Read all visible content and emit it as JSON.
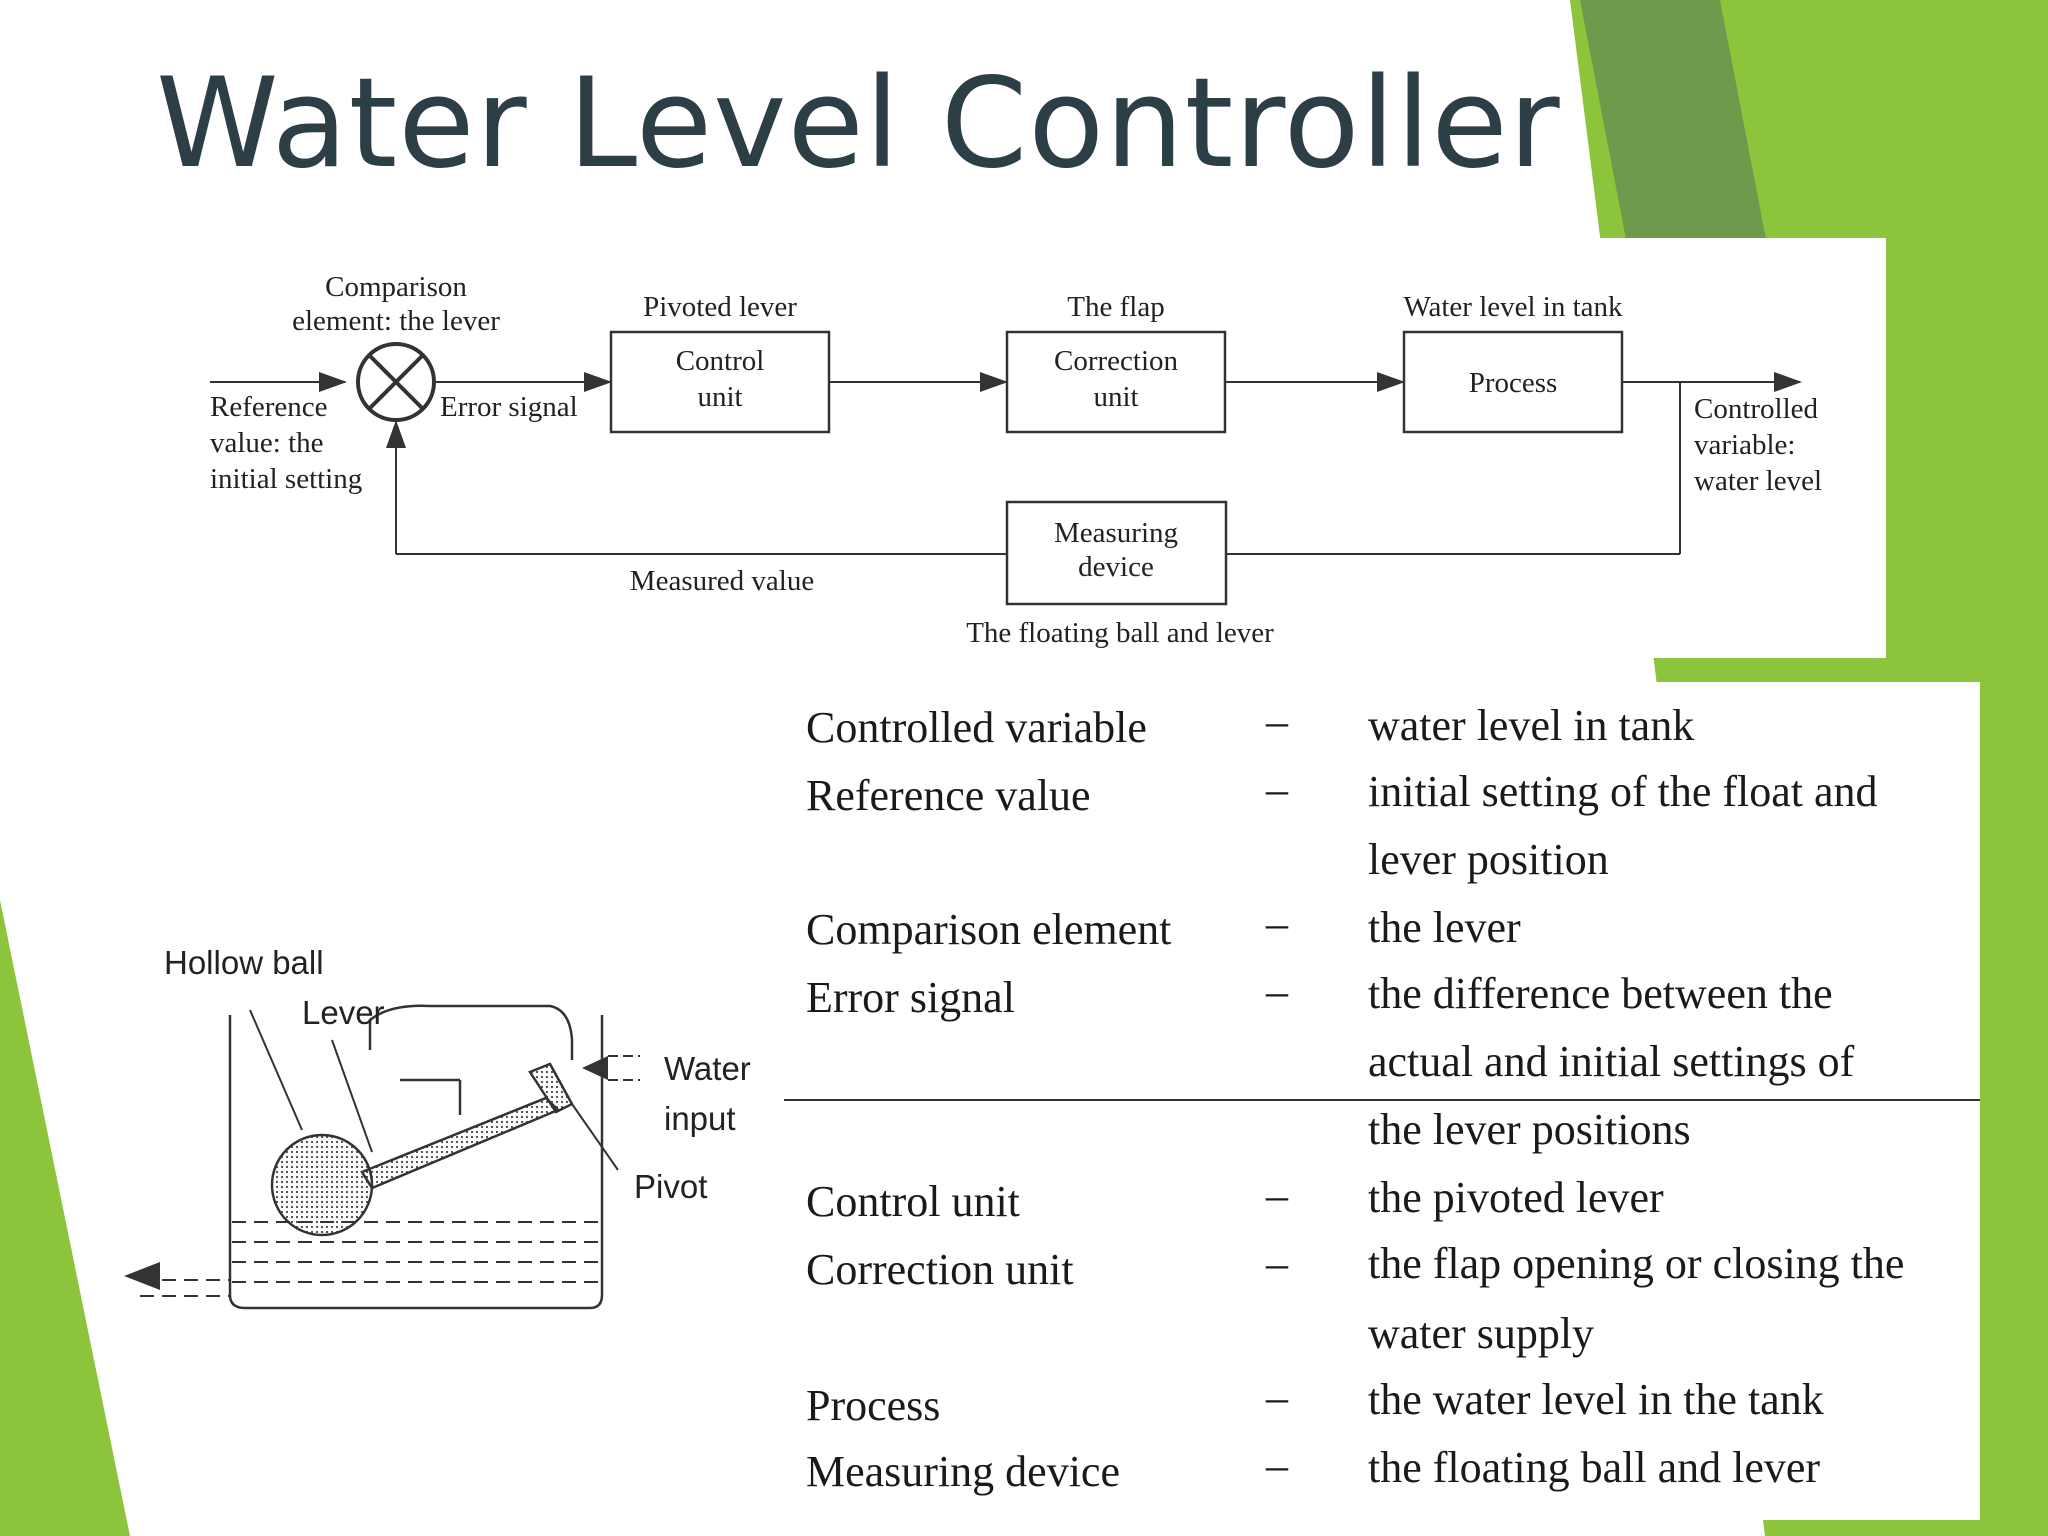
{
  "slide": {
    "title": "Water Level Controller"
  },
  "block_diagram": {
    "comparison_label": [
      "Comparison",
      "element: the lever"
    ],
    "reference_label": [
      "Reference",
      "value: the",
      "initial setting"
    ],
    "error_signal": "Error signal",
    "control_unit": {
      "above": "Pivoted lever",
      "lines": [
        "Control",
        "unit"
      ]
    },
    "correction_unit": {
      "above": "The flap",
      "lines": [
        "Correction",
        "unit"
      ]
    },
    "process": {
      "above": "Water level in tank",
      "label": "Process"
    },
    "controlled_variable": [
      "Controlled",
      "variable:",
      "water level"
    ],
    "measuring_device": {
      "lines": [
        "Measuring",
        "device"
      ],
      "below": "The floating ball and lever"
    },
    "measured_value": "Measured value"
  },
  "tank_sketch": {
    "hollow_ball": "Hollow ball",
    "lever": "Lever",
    "water_input": [
      "Water",
      "input"
    ],
    "pivot": "Pivot"
  },
  "definitions": {
    "dash": "–",
    "rows": [
      {
        "term": "Controlled variable",
        "lines": [
          "water level in tank"
        ]
      },
      {
        "term": "Reference value",
        "lines": [
          "initial setting of the float and",
          "lever position"
        ]
      },
      {
        "term": "Comparison element",
        "lines": [
          "the lever"
        ]
      },
      {
        "term": "Error signal",
        "lines": [
          "the difference between the",
          "actual and initial settings of",
          "the lever positions"
        ]
      },
      {
        "term": "Control unit",
        "lines": [
          "the pivoted lever"
        ]
      },
      {
        "term": "Correction unit",
        "lines": [
          "the flap opening or closing the",
          "water supply"
        ]
      },
      {
        "term": "Process",
        "lines": [
          "the water level in the tank"
        ]
      },
      {
        "term": "Measuring device",
        "lines": [
          "the floating ball and lever"
        ]
      }
    ]
  },
  "colors": {
    "title": "#2c3e46",
    "green_light": "#8cc43c",
    "green_dark": "#6e9a4c"
  }
}
